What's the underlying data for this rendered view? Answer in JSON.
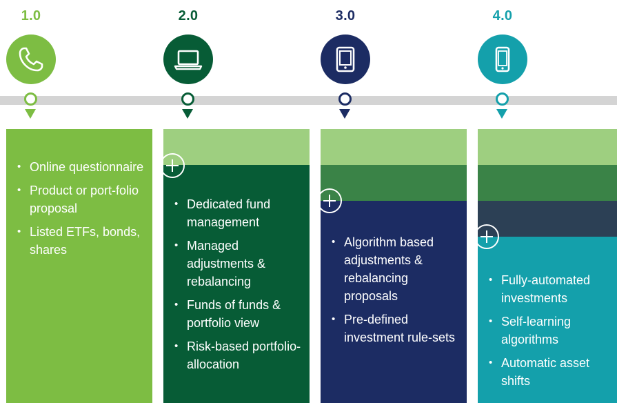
{
  "colors": {
    "stage1": "#7dbd43",
    "stage2": "#075c36",
    "stage3": "#1c2c63",
    "stage4": "#14a0ab",
    "light_green_band": "#9ecf80",
    "mid_green_band": "#3a8347",
    "navy_band": "#2c4055",
    "timeline": "#d4d4d4"
  },
  "stages": [
    {
      "version": "1.0",
      "icon": "phone-icon",
      "bullets": [
        "Online questionnaire",
        "Product or port-folio proposal",
        "Listed ETFs, bonds, shares"
      ]
    },
    {
      "version": "2.0",
      "icon": "laptop-icon",
      "bullets": [
        "Dedicated fund management",
        "Managed adjustments & rebalancing",
        "Funds of funds & portfolio view",
        "Risk-based portfolio-allocation"
      ]
    },
    {
      "version": "3.0",
      "icon": "tablet-icon",
      "bullets": [
        "Algorithm based adjustments & rebalancing proposals",
        "Pre-defined investment rule-sets"
      ]
    },
    {
      "version": "4.0",
      "icon": "smartphone-icon",
      "bullets": [
        "Fully-automated investments",
        "Self-learning algorithms",
        "Automatic asset shifts"
      ]
    }
  ]
}
